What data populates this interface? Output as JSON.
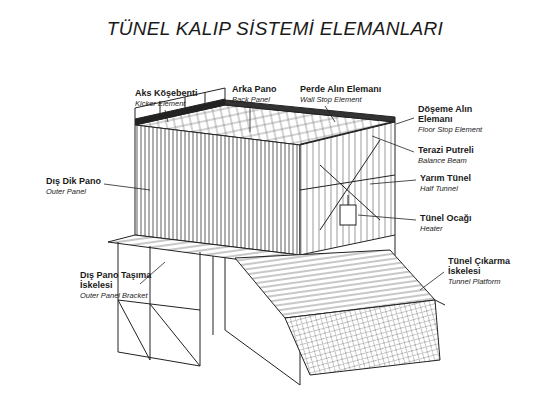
{
  "diagram": {
    "title": "TÜNEL KALIP SİSTEMİ ELEMANLARI",
    "labels": [
      "Aks Köşebenti",
      "Kicker Element",
      "Arka Pano",
      "Back Panel",
      "Perde Alın Elemanı",
      "Wall Stop Element",
      "Döşeme Alın Elemanı",
      "Floor Stop Element",
      "Terazi Putreli",
      "Balance Beam",
      "Dış Dik Pano",
      "Outer Panel",
      "Yarım Tünel",
      "Half Tunnel",
      "Tünel Ocağı",
      "Heater",
      "Dış Pano Taşıma İskelesi",
      "Outer Panel Bracket",
      "Tünel Çıkarma İskelesi",
      "Tunnel Platform"
    ]
  }
}
